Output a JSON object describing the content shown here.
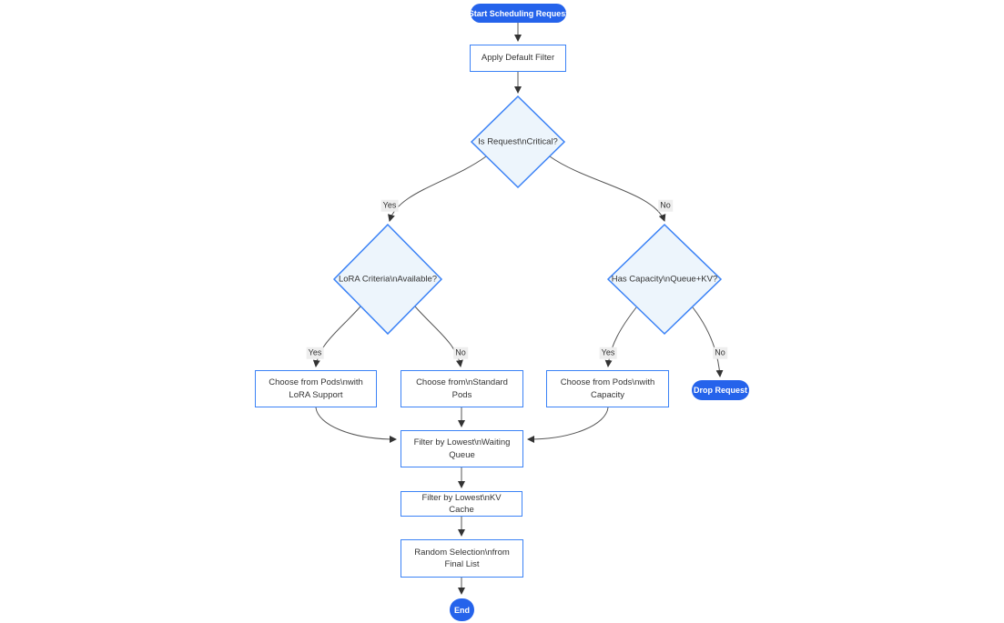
{
  "diagram_type": "flowchart",
  "nodes": {
    "start": {
      "label": "Start Scheduling Request",
      "shape": "stadium"
    },
    "apply_filter": {
      "label": "Apply Default Filter",
      "shape": "rect"
    },
    "is_critical": {
      "label": "Is Request\\nCritical?",
      "shape": "diamond"
    },
    "lora_criteria": {
      "label": "LoRA Criteria\\nAvailable?",
      "shape": "diamond"
    },
    "has_capacity": {
      "label": "Has Capacity\\nQueue+KV?",
      "shape": "diamond"
    },
    "choose_lora_pods": {
      "label": "Choose from Pods\\nwith LoRA Support",
      "shape": "rect"
    },
    "choose_standard_pods": {
      "label": "Choose from\\nStandard Pods",
      "shape": "rect"
    },
    "choose_capacity_pods": {
      "label": "Choose from Pods\\nwith Capacity",
      "shape": "rect"
    },
    "drop_request": {
      "label": "Drop Request",
      "shape": "stadium"
    },
    "filter_waiting_queue": {
      "label": "Filter by Lowest\\nWaiting Queue",
      "shape": "rect"
    },
    "filter_kv_cache": {
      "label": "Filter by Lowest\\nKV Cache",
      "shape": "rect"
    },
    "random_selection": {
      "label": "Random Selection\\nfrom Final List",
      "shape": "rect"
    },
    "end": {
      "label": "End",
      "shape": "stadium"
    }
  },
  "edges": [
    {
      "from": "start",
      "to": "apply_filter",
      "label": ""
    },
    {
      "from": "apply_filter",
      "to": "is_critical",
      "label": ""
    },
    {
      "from": "is_critical",
      "to": "lora_criteria",
      "label": "Yes"
    },
    {
      "from": "is_critical",
      "to": "has_capacity",
      "label": "No"
    },
    {
      "from": "lora_criteria",
      "to": "choose_lora_pods",
      "label": "Yes"
    },
    {
      "from": "lora_criteria",
      "to": "choose_standard_pods",
      "label": "No"
    },
    {
      "from": "has_capacity",
      "to": "choose_capacity_pods",
      "label": "Yes"
    },
    {
      "from": "has_capacity",
      "to": "drop_request",
      "label": "No"
    },
    {
      "from": "choose_lora_pods",
      "to": "filter_waiting_queue",
      "label": ""
    },
    {
      "from": "choose_standard_pods",
      "to": "filter_waiting_queue",
      "label": ""
    },
    {
      "from": "choose_capacity_pods",
      "to": "filter_waiting_queue",
      "label": ""
    },
    {
      "from": "filter_waiting_queue",
      "to": "filter_kv_cache",
      "label": ""
    },
    {
      "from": "filter_kv_cache",
      "to": "random_selection",
      "label": ""
    },
    {
      "from": "random_selection",
      "to": "end",
      "label": ""
    }
  ],
  "colors": {
    "accent_blue": "#2563EB",
    "node_border": "#3B82F6",
    "decision_fill": "#EDF5FC",
    "edge_line": "#555555",
    "edge_arrow": "#333333",
    "label_bg": "#EEEEEE",
    "text": "#333333"
  }
}
